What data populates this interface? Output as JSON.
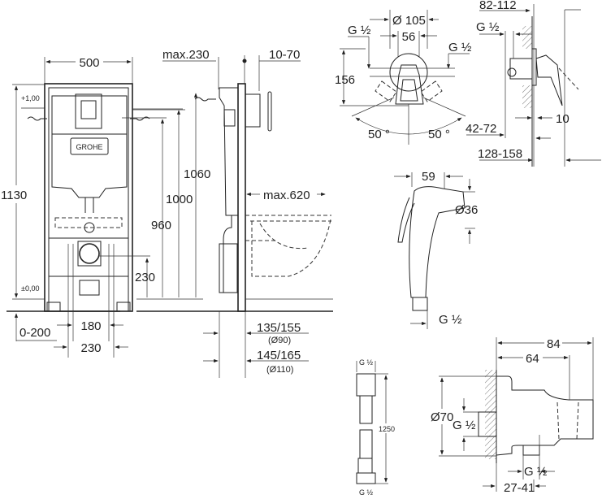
{
  "front_view": {
    "width": "500",
    "height_total": "1130",
    "level_top": "+1,00",
    "level_floor": "±0,00",
    "h1060": "1060",
    "h1000": "1000",
    "h960": "960",
    "h230": "230",
    "floor_offset": "0-200",
    "w180": "180",
    "w230": "230",
    "logo": "GROHE"
  },
  "side_view": {
    "max230": "max.230",
    "r10_70": "10-70",
    "max620": "max.620",
    "d135_155": "135/155",
    "d90": "(Ø90)",
    "d145_165": "145/165",
    "d110": "(Ø110)"
  },
  "mixer_front": {
    "d105": "Ø 105",
    "w56": "56",
    "g_left": "G ½",
    "g_right": "G ½",
    "h156": "156",
    "angle_left": "50 °",
    "angle_right": "50 °"
  },
  "mixer_side": {
    "r82_112": "82-112",
    "g": "G ½",
    "r42_72": "42-72",
    "d10": "10",
    "r128_158": "128-158"
  },
  "hand_shower": {
    "w59": "59",
    "d36": "Ø36",
    "g": "G ½"
  },
  "hose": {
    "g_top": "G ½",
    "length": "1250",
    "g_bottom": "G ½"
  },
  "wall_elbow": {
    "w84": "84",
    "w64": "64",
    "d70": "Ø70",
    "g_in": "G ½",
    "g_out": "G ½",
    "r27_41": "27-41"
  }
}
